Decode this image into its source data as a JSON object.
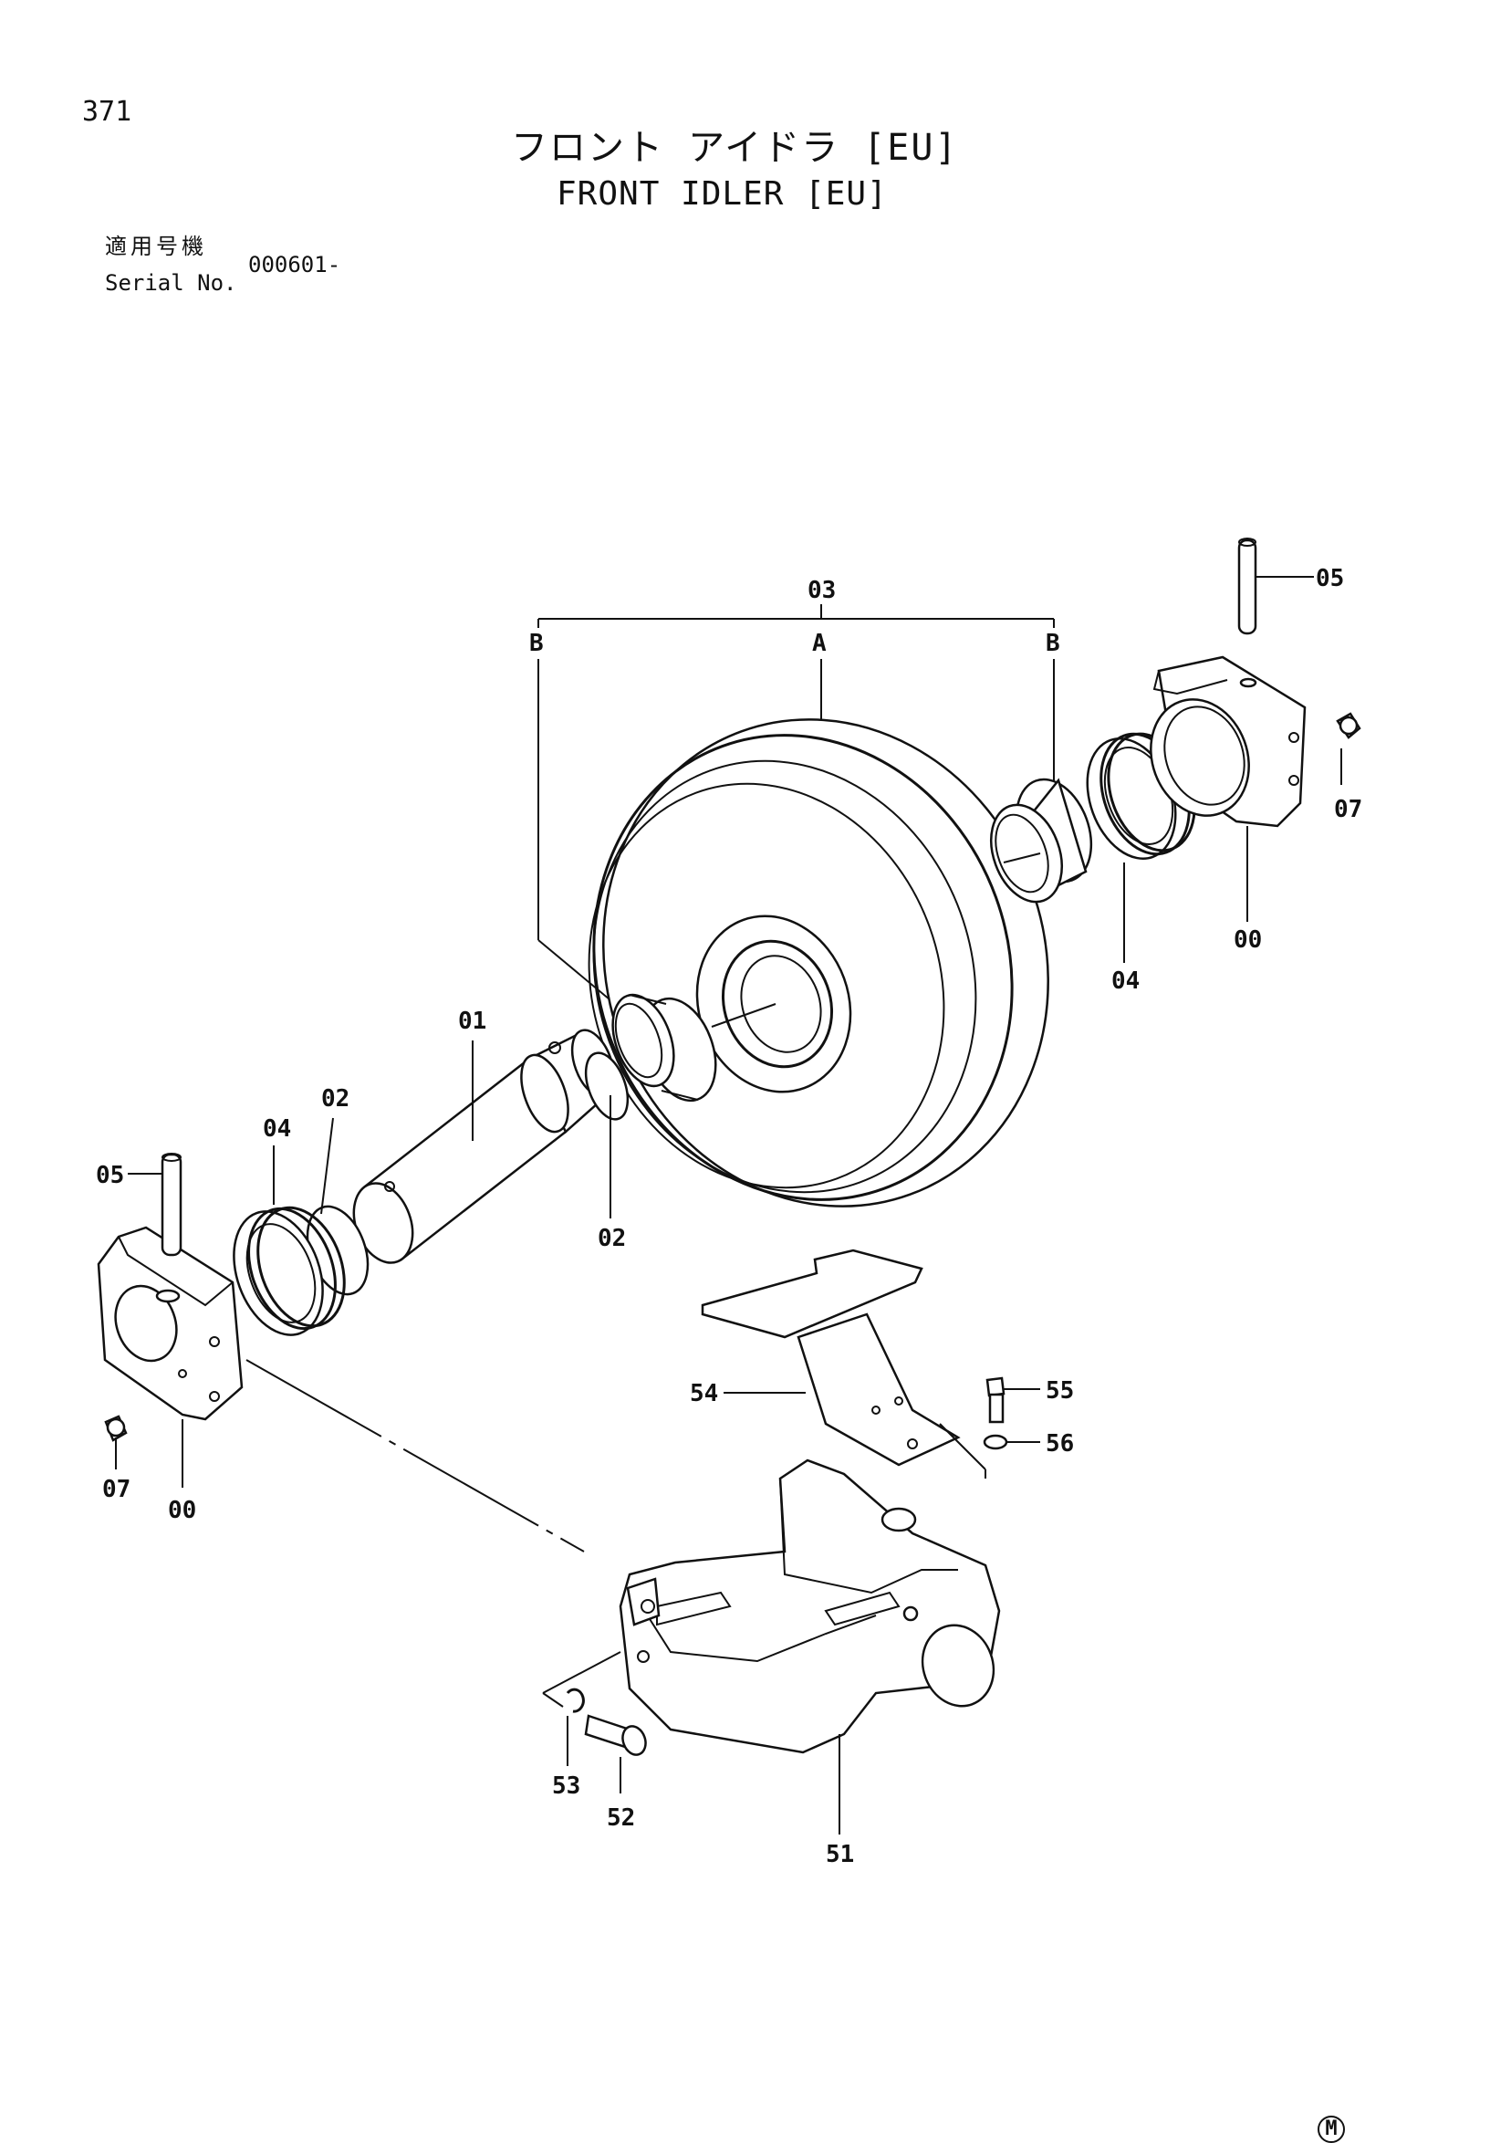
{
  "page": {
    "number": "371",
    "title_jp": "フロント アイドラ [EU]",
    "title_en": "FRONT IDLER [EU]",
    "serial_label_jp": "適用号機",
    "serial_label_en": "Serial No.",
    "serial_value": "000601-",
    "footer_mark": "M"
  },
  "callouts": {
    "c03": "03",
    "cA": "A",
    "cB_left": "B",
    "cB_right": "B",
    "c05_right": "05",
    "c07_right": "07",
    "c00_right": "00",
    "c04_right": "04",
    "c01": "01",
    "c02_upper": "02",
    "c02_lower": "02",
    "c04_left": "04",
    "c05_left": "05",
    "c07_left": "07",
    "c00_left": "00",
    "c54": "54",
    "c55": "55",
    "c56": "56",
    "c53": "53",
    "c52": "52",
    "c51": "51"
  }
}
